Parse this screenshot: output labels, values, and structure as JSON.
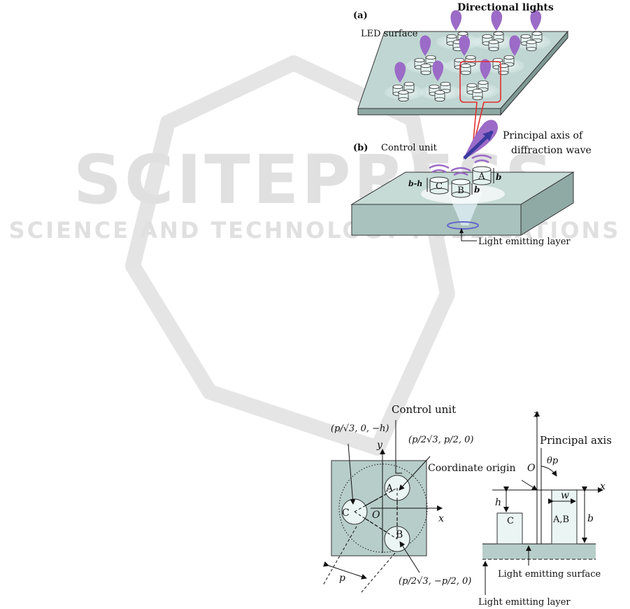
{
  "watermark": {
    "brand": "SCITEPRESS",
    "tagline": "SCIENCE AND TECHNOLOGY PUBLICATIONS",
    "color": "#c8c8c8"
  },
  "colors": {
    "plate": "#b7cdc9",
    "plate_top": "#c9dcd8",
    "plate_side": "#8fa9a4",
    "unit": "#eaf5f4",
    "beam": "#9b6bc7",
    "arrow": "#3a3aa0",
    "highlight": "#e03030"
  },
  "top": {
    "label_a": "(a)",
    "directional_lights": "Directional lights",
    "led_surface": "LED surface",
    "label_b": "(b)",
    "control_unit": "Control unit",
    "principal_axis_1": "Principal axis of",
    "principal_axis_2": "diffraction wave",
    "cyl_a": "A",
    "cyl_b": "B",
    "cyl_c": "C",
    "dim_bh": "b-h",
    "dim_b1": "b",
    "dim_b2": "b",
    "light_emitting_layer": "Light emitting layer"
  },
  "bottom_left": {
    "control_unit": "Control unit",
    "coord_c": "(p/√3, 0, −h)",
    "coord_a": "(p/2√3, p/2, 0)",
    "coord_b": "(p/2√3, −p/2, 0)",
    "axis_y": "y",
    "axis_x": "x",
    "origin": "O",
    "circle_a": "A",
    "circle_b": "B",
    "circle_c": "C",
    "dim_p": "p"
  },
  "bottom_right": {
    "axis_z": "z",
    "axis_x": "x",
    "principal_axis": "Principal axis",
    "coord_origin": "Coordinate origin",
    "origin": "O",
    "theta": "θp",
    "dim_h": "h",
    "dim_w": "w",
    "dim_b": "b",
    "block_c": "C",
    "block_ab": "A,B",
    "light_emitting_surface": "Light emitting surface",
    "light_emitting_layer": "Light emitting layer"
  }
}
